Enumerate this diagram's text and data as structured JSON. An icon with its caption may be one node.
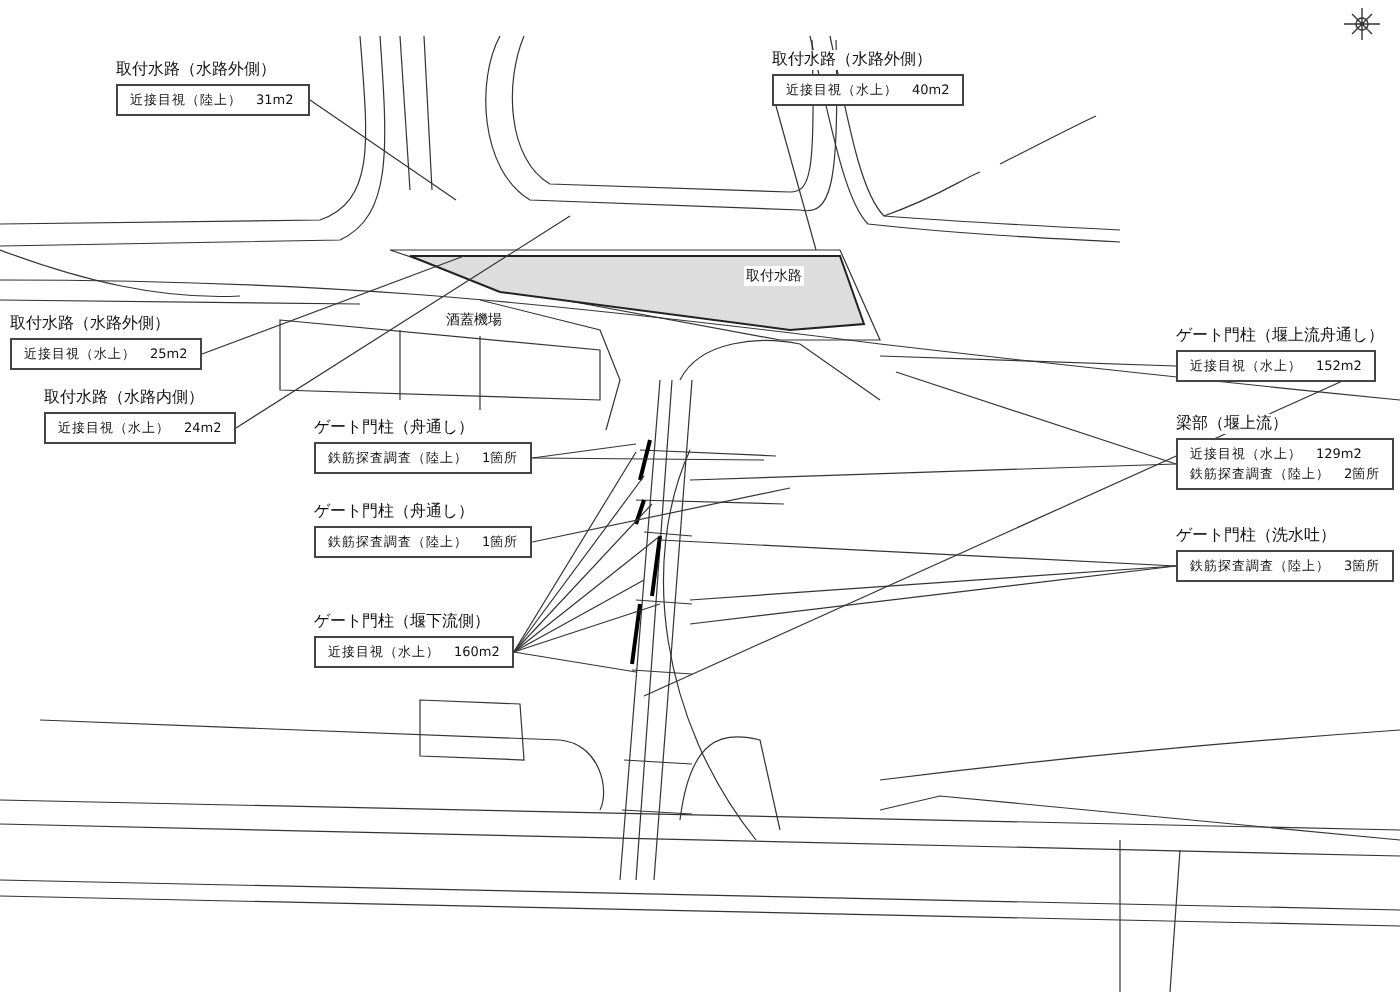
{
  "diagram": {
    "nodes": [
      {
        "text": [
          "取付水路（水路外側）",
          "近接目視（陸上）　31m2"
        ]
      },
      {
        "text": [
          "取付水路（水路外側）",
          "近接目視（水上）　40m2"
        ]
      },
      {
        "text": [
          "取付水路（水路外側）",
          "近接目視（水上）　25m2"
        ]
      },
      {
        "text": [
          "取付水路（水路内側）",
          "近接目視（水上）　24m2"
        ]
      },
      {
        "text": [
          "ゲート門柱（舟通し）",
          "鉄筋探査調査（陸上）　1箇所"
        ]
      },
      {
        "text": [
          "ゲート門柱（舟通し）",
          "鉄筋探査調査（陸上）　1箇所"
        ]
      },
      {
        "text": [
          "ゲート門柱（堰下流側）",
          "近接目視（水上）　160m2"
        ]
      },
      {
        "text": [
          "ゲート門柱（堰上流舟通し）",
          "近接目視（水上）　152m2"
        ]
      },
      {
        "text": [
          "梁部（堰上流）",
          "近接目視（水上）　129m2",
          "鉄筋探査調査（陸上）　2箇所"
        ]
      },
      {
        "text": [
          "ゲート門柱（洗水吐）",
          "鉄筋探査調査（陸上）　3箇所"
        ]
      }
    ],
    "edges": [
      {
        "from": 0,
        "to": null,
        "arrow": "none"
      },
      {
        "from": 1,
        "to": null,
        "arrow": "none"
      },
      {
        "from": 2,
        "to": null,
        "arrow": "none"
      },
      {
        "from": 3,
        "to": null,
        "arrow": "none"
      },
      {
        "from": 4,
        "to": null,
        "arrow": "none"
      },
      {
        "from": 4,
        "to": null,
        "arrow": "none"
      },
      {
        "from": 5,
        "to": null,
        "arrow": "none"
      },
      {
        "from": 6,
        "to": null,
        "arrow": "none"
      },
      {
        "from": 6,
        "to": null,
        "arrow": "none"
      },
      {
        "from": 6,
        "to": null,
        "arrow": "none"
      },
      {
        "from": 6,
        "to": null,
        "arrow": "none"
      },
      {
        "from": 6,
        "to": null,
        "arrow": "none"
      },
      {
        "from": 6,
        "to": null,
        "arrow": "none"
      },
      {
        "from": 6,
        "to": null,
        "arrow": "none"
      },
      {
        "from": 7,
        "to": null,
        "arrow": "none"
      },
      {
        "from": 7,
        "to": null,
        "arrow": "none"
      },
      {
        "from": 8,
        "to": null,
        "arrow": "none"
      },
      {
        "from": 8,
        "to": null,
        "arrow": "none"
      },
      {
        "from": 9,
        "to": null,
        "arrow": "none"
      },
      {
        "from": 9,
        "to": null,
        "arrow": "none"
      },
      {
        "from": 9,
        "to": null,
        "arrow": "none"
      }
    ],
    "labels": [
      "取付水路",
      "酒蓋機場"
    ]
  }
}
